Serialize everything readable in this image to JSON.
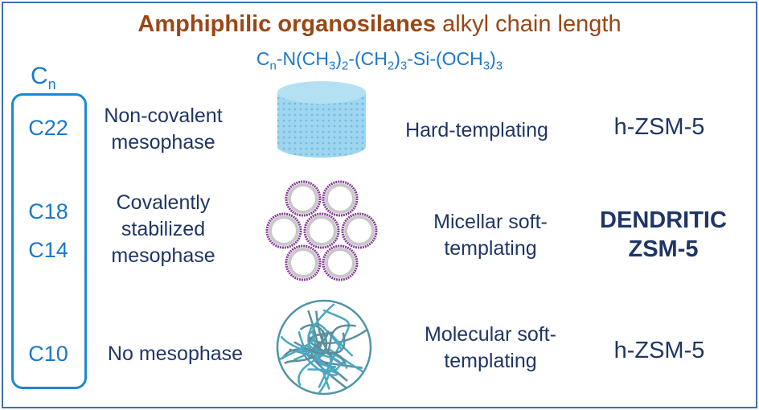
{
  "title": {
    "bold": "Amphiphilic organosilanes",
    "rest": " alkyl chain length"
  },
  "formula": {
    "p1": "C",
    "s1": "n",
    "p2": "-N(CH",
    "s2": "3",
    "p3": ")",
    "s3": "2",
    "p4": "-(CH",
    "s4": "2",
    "p5": ")",
    "s5": "3",
    "p6": "-Si-(OCH",
    "s6": "3",
    "p7": ")",
    "s7": "3"
  },
  "cn_label": {
    "base": "C",
    "sub": "n"
  },
  "chains": [
    "C22",
    "C18",
    "C14",
    "C10"
  ],
  "rows": [
    {
      "mesophase": "Non-covalent mesophase",
      "templating": "Hard-templating",
      "result": "h-ZSM-5"
    },
    {
      "mesophase": "Covalently stabilized mesophase",
      "templating": "Micellar soft-templating",
      "result": "DENDRITIC ZSM-5"
    },
    {
      "mesophase": "No mesophase",
      "templating": "Molecular soft-templating",
      "result": "h-ZSM-5"
    }
  ],
  "colors": {
    "title": "#9a4716",
    "accent": "#1a78cc",
    "text": "#1f3566",
    "micelle": "#8a3c9a",
    "coil": "#3a9ab0"
  }
}
